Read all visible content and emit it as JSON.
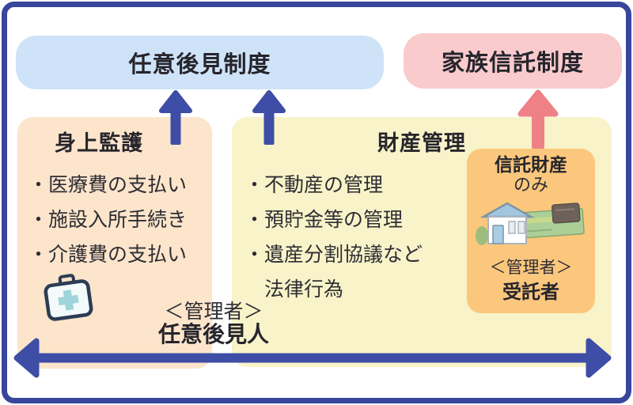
{
  "diagram": {
    "title_voluntary_guardianship": "任意後見制度",
    "title_family_trust": "家族信託制度",
    "personal_care": {
      "heading": "身上監護",
      "items": [
        "・医療費の支払い",
        "・施設入所手続き",
        "・介護費の支払い"
      ],
      "icon": "first-aid-kit-icon"
    },
    "property_management": {
      "heading": "財産管理",
      "items": [
        "・不動産の管理",
        "・預貯金等の管理",
        "・遺産分割協議など",
        "　法律行為"
      ]
    },
    "trust_property": {
      "title": "信託財産",
      "suffix": "のみ",
      "icon": "house-and-bankbook-icon",
      "manager_label": "＜管理者＞",
      "manager_name": "受託者"
    },
    "guardian": {
      "manager_label": "＜管理者＞",
      "manager_name": "任意後見人"
    },
    "colors": {
      "frame_navy": "#37459b",
      "arrow_navy": "#3e4da6",
      "arrow_pink": "#ee8186",
      "title_blue_bg": "#cfe3f8",
      "title_pink_bg": "#f9cbcc",
      "care_box_bg": "#fce5cb",
      "asset_box_bg": "#f8f3c9",
      "trust_box_bg": "#fbc77d",
      "text": "#2e2d33"
    }
  }
}
